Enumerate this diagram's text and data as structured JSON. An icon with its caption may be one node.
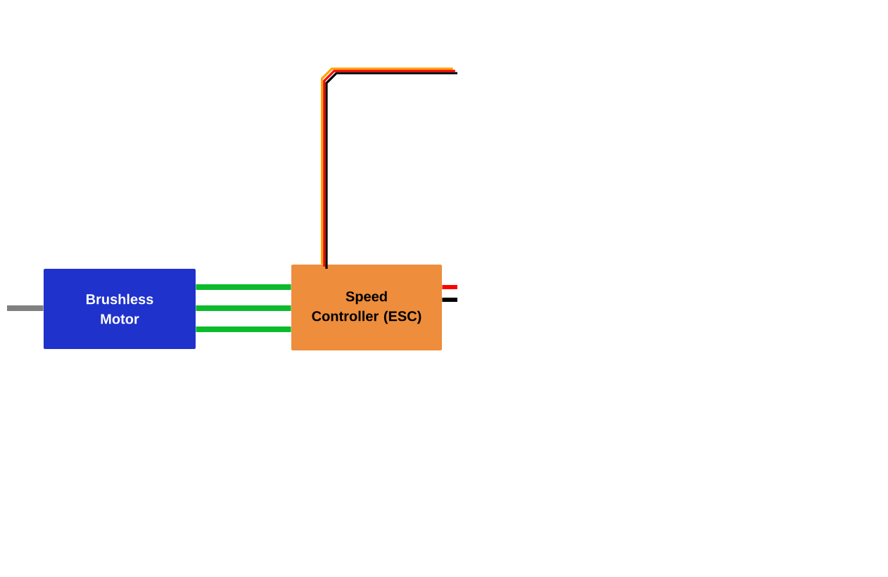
{
  "diagram": {
    "nodes": [
      {
        "text": [
          "Brushless Motor"
        ]
      },
      {
        "text": [
          "Speed Controller (ESC)"
        ]
      }
    ],
    "edges": [
      {
        "from": 0,
        "to": null,
        "arrow": "none",
        "color": "#808080"
      },
      {
        "from": 0,
        "to": 1,
        "arrow": "none"
      },
      {
        "from": 0,
        "to": 1,
        "arrow": "none"
      },
      {
        "from": 0,
        "to": 1,
        "arrow": "none"
      },
      {
        "from": 1,
        "to": null,
        "arrow": "none",
        "color": "#ffa500"
      },
      {
        "from": 1,
        "to": null,
        "arrow": "none",
        "color": "#ff0000"
      },
      {
        "from": 1,
        "to": null,
        "arrow": "none",
        "color": "#000000"
      }
    ]
  }
}
